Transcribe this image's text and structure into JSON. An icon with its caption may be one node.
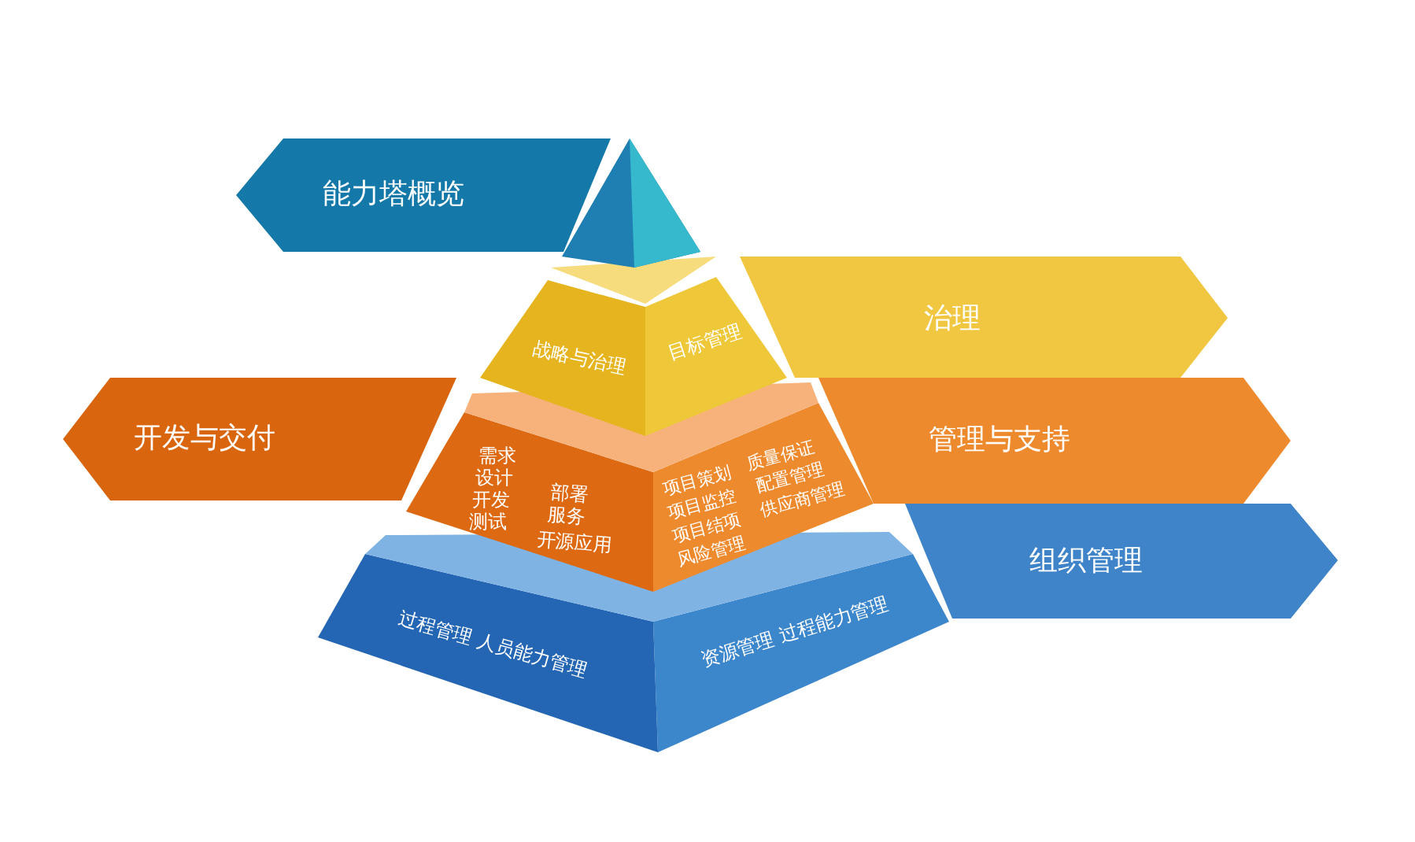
{
  "diagram": {
    "nodes": [
      {
        "text": [
          "能力塔概览"
        ]
      },
      {
        "text": [],
        "shape": "triangle"
      },
      {
        "text": [
          "战略与治理"
        ]
      },
      {
        "text": [
          "目标管理"
        ]
      },
      {
        "text": [
          "需求",
          "设计",
          "开发",
          "测试",
          "部署",
          "服务",
          "开源应用"
        ]
      },
      {
        "text": [
          "项目策划",
          "项目监控",
          "项目结项",
          "风险管理",
          "质量保证",
          "配置管理",
          "供应商管理"
        ]
      },
      {
        "text": [
          "过程管理 人员能力管理"
        ]
      },
      {
        "text": [
          "资源管理 过程能力管理"
        ]
      },
      {
        "text": [
          "开发与交付"
        ]
      },
      {
        "text": [
          "治理"
        ]
      },
      {
        "text": [
          "管理与支持"
        ]
      },
      {
        "text": [
          "组织管理"
        ]
      }
    ],
    "edges": []
  }
}
